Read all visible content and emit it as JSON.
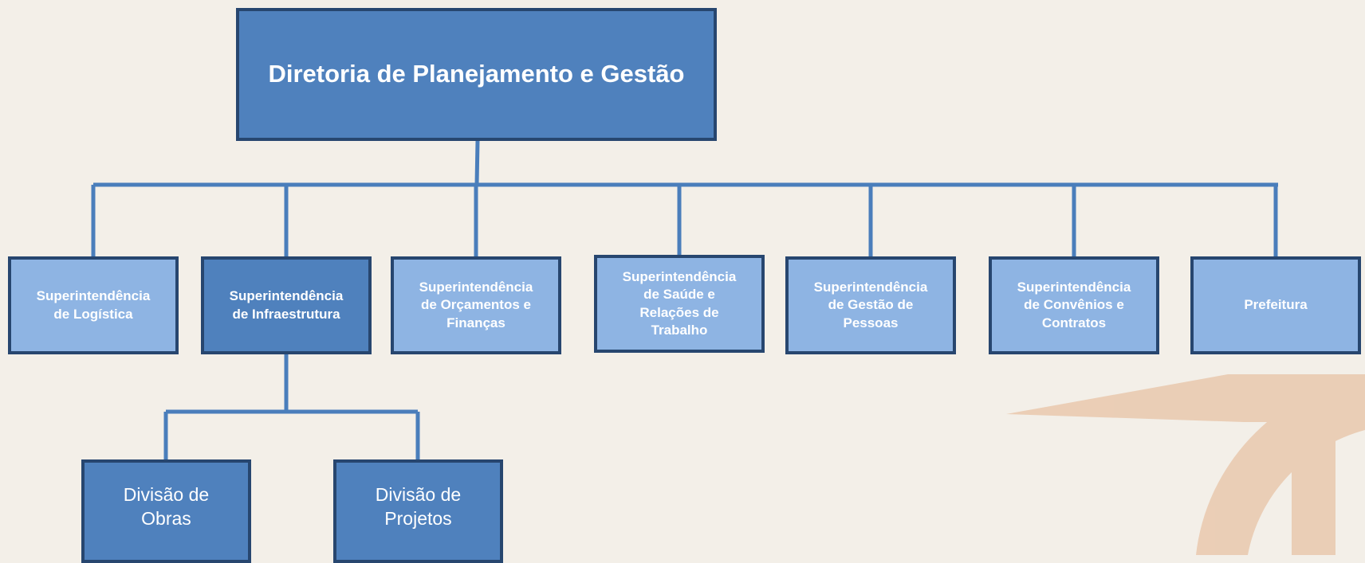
{
  "root": {
    "label": "Diretoria de Planejamento e Gestão"
  },
  "superintendencias": [
    {
      "label": "Superintendência\nde  Logística"
    },
    {
      "label": "Superintendência\nde Infraestrutura"
    },
    {
      "label": "Superintendência\nde Orçamentos e\nFinanças"
    },
    {
      "label": "Superintendência\nde Saúde e\nRelações de\nTrabalho"
    },
    {
      "label": "Superintendência\nde Gestão de\nPessoas"
    },
    {
      "label": "Superintendência\nde Convênios e\nContratos"
    },
    {
      "label": "Prefeitura"
    }
  ],
  "divisoes": [
    {
      "label": "Divisão de\nObras"
    },
    {
      "label": "Divisão de\nProjetos"
    }
  ],
  "colors": {
    "primary": "#4f81bd",
    "light": "#8eb4e3",
    "border": "#27466f",
    "connector": "#4a7ebb",
    "watermark": "#e8c3a6"
  }
}
